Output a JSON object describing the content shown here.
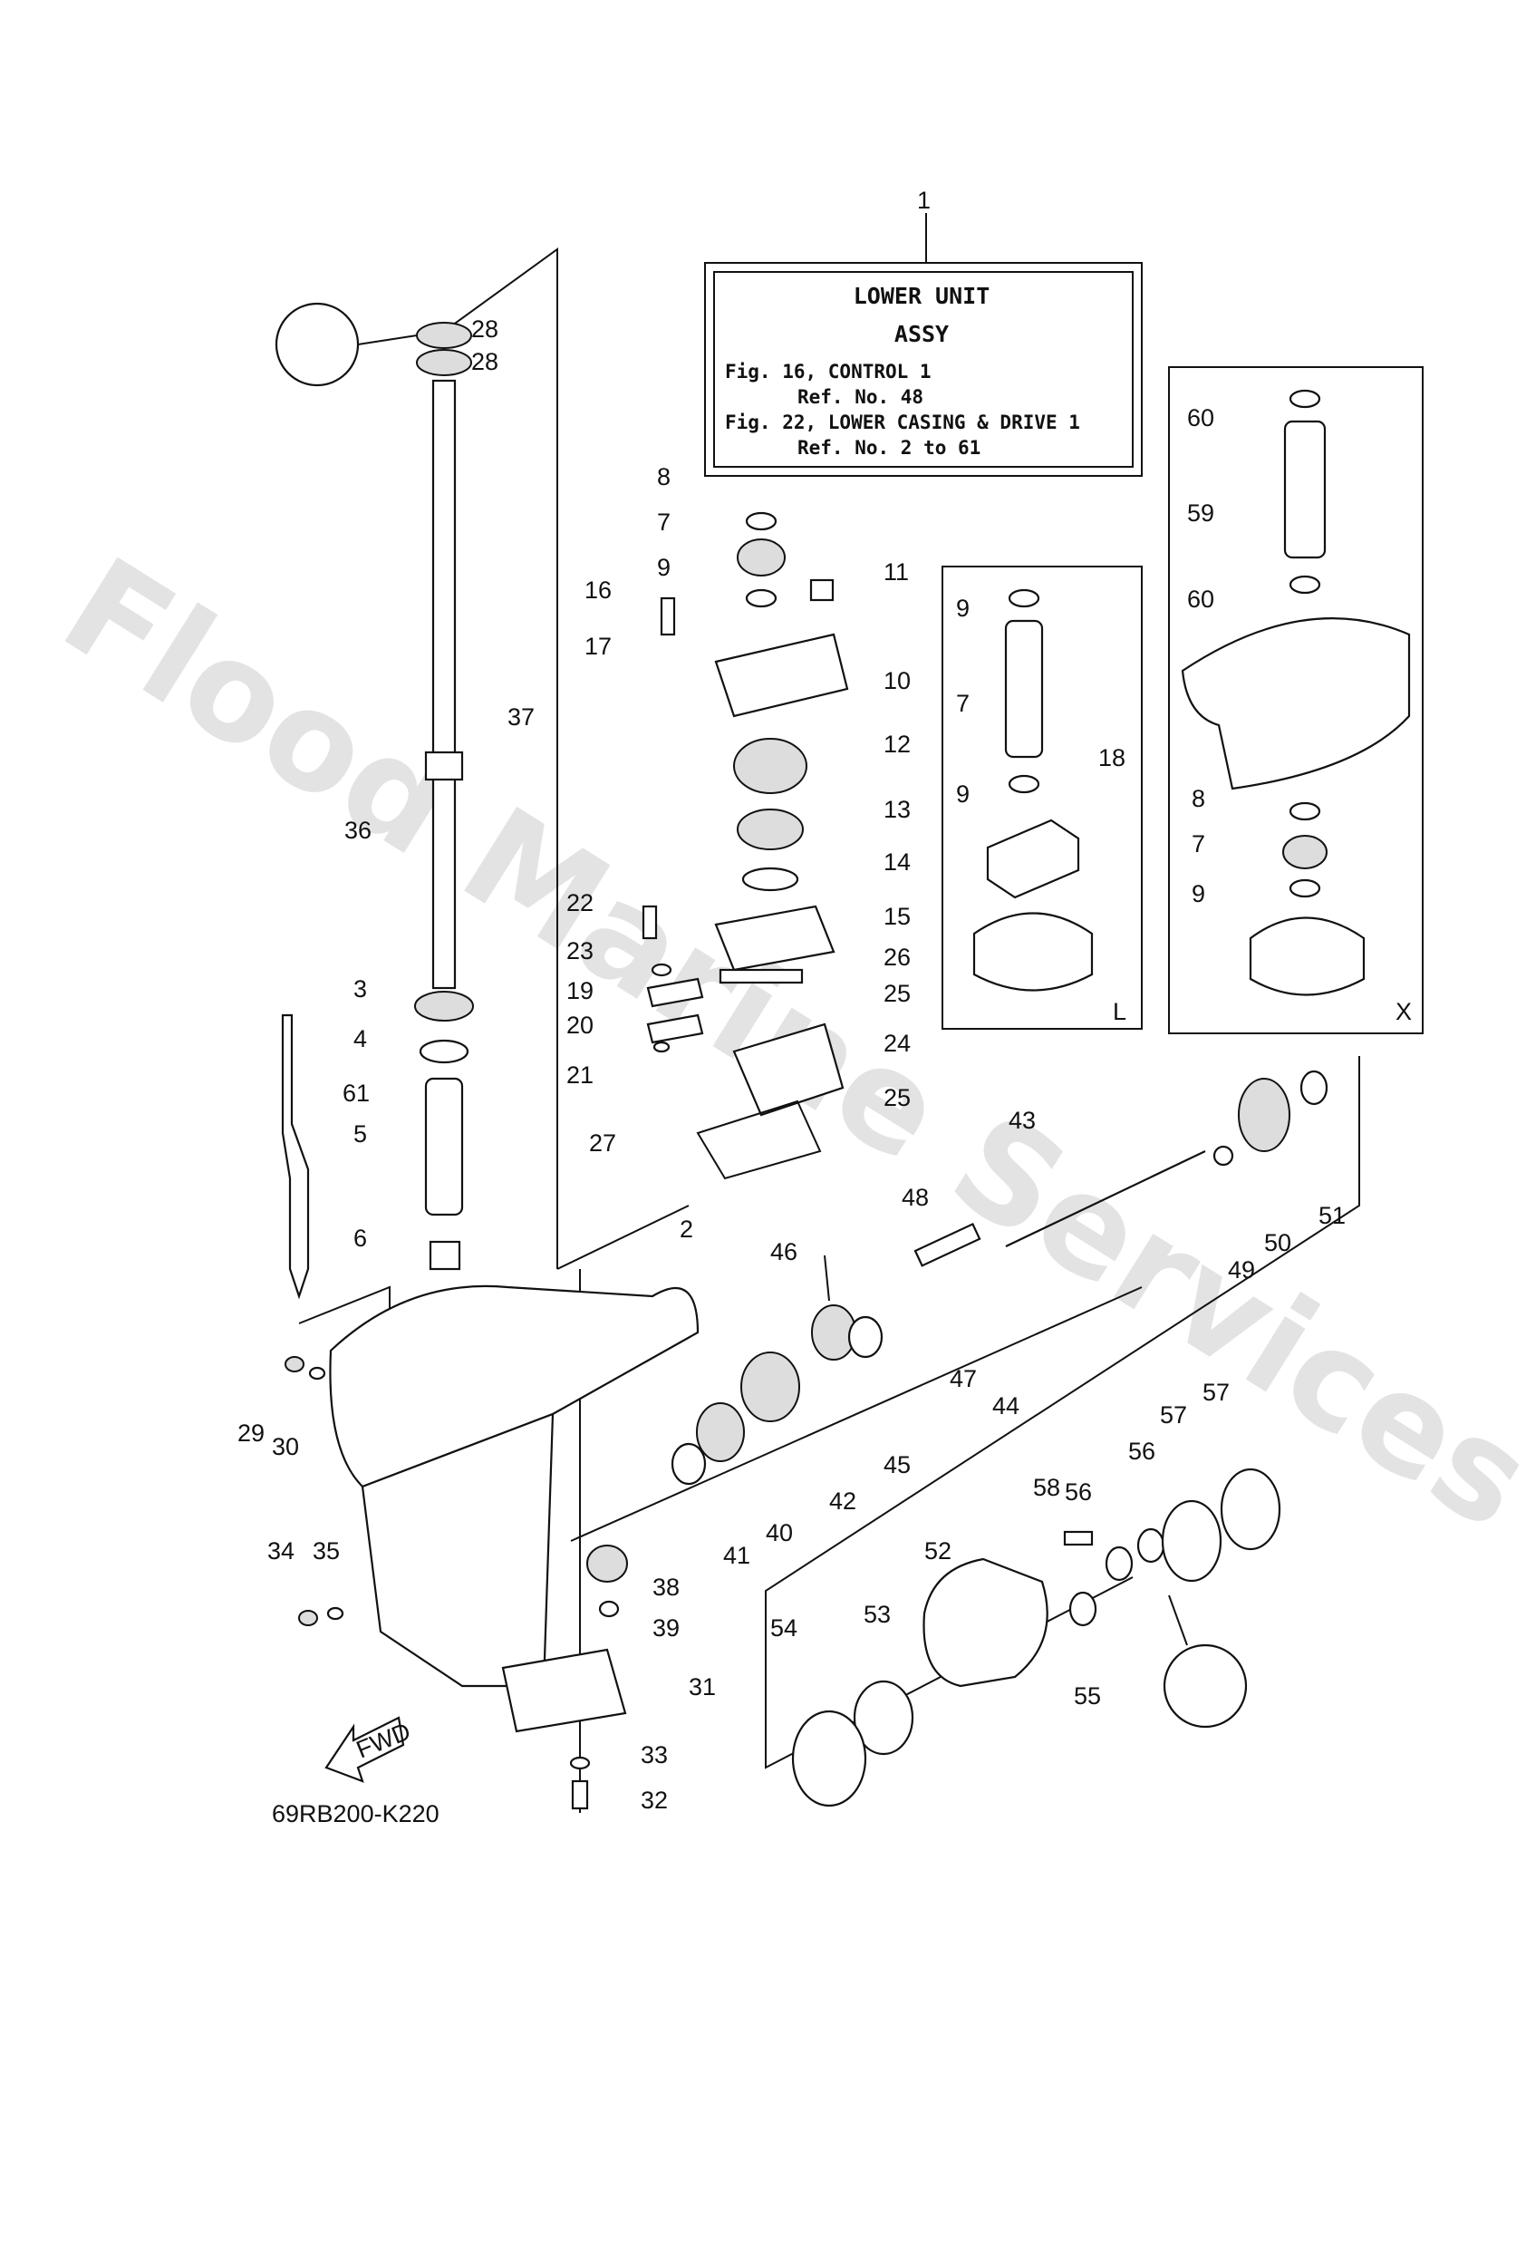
{
  "watermark": "Flood Marine Services",
  "diagram_code": "69RB200-K220",
  "fwd_label": "FWD",
  "info_box": {
    "callout": "1",
    "title_line1": "LOWER UNIT",
    "title_line2": "ASSY",
    "line1": "Fig. 16, CONTROL 1",
    "line2": "Ref. No. 48",
    "line3": "Fig. 22, LOWER CASING & DRIVE 1",
    "line4": "Ref. No. 2 to 61"
  },
  "inset_L": {
    "corner_label": "L"
  },
  "inset_X": {
    "corner_label": "X"
  },
  "callouts": [
    "28",
    "28",
    "8",
    "7",
    "9",
    "11",
    "16",
    "17",
    "10",
    "37",
    "12",
    "13",
    "14",
    "36",
    "22",
    "15",
    "23",
    "26",
    "19",
    "25",
    "3",
    "20",
    "24",
    "4",
    "21",
    "61",
    "25",
    "27",
    "5",
    "6",
    "2",
    "29",
    "30",
    "41",
    "40",
    "42",
    "34",
    "35",
    "38",
    "39",
    "31",
    "33",
    "32",
    "9",
    "7",
    "9",
    "18",
    "60",
    "59",
    "60",
    "8",
    "7",
    "9",
    "43",
    "48",
    "46",
    "47",
    "44",
    "45",
    "49",
    "50",
    "51",
    "52",
    "53",
    "54",
    "55",
    "56",
    "56",
    "57",
    "57",
    "58"
  ]
}
